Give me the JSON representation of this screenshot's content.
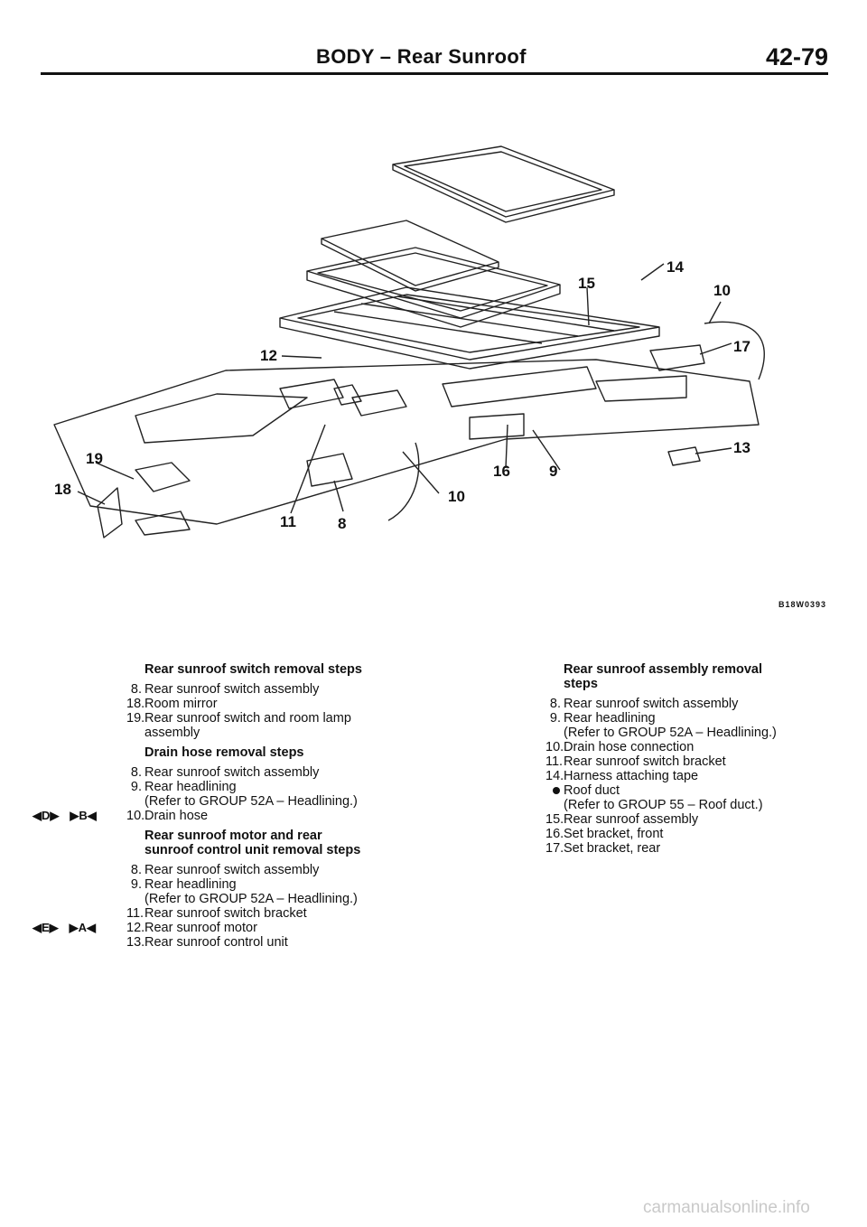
{
  "header": {
    "section": "BODY",
    "dash": "–",
    "title": "Rear Sunroof",
    "page_number": "42-79"
  },
  "figure": {
    "code": "B18W0393",
    "callouts": [
      "19",
      "18",
      "12",
      "11",
      "8",
      "10",
      "16",
      "9",
      "15",
      "14",
      "10",
      "17",
      "13"
    ]
  },
  "left_column": {
    "switch_heading": "Rear sunroof switch removal steps",
    "switch_steps": [
      {
        "num": "8.",
        "text": "Rear sunroof switch assembly"
      },
      {
        "num": "18.",
        "text": "Room mirror"
      },
      {
        "num": "19.",
        "text": "Rear sunroof switch and room lamp"
      }
    ],
    "switch_cont": "assembly",
    "drain_heading": "Drain hose removal steps",
    "drain_steps": [
      {
        "num": "8.",
        "text": "Rear sunroof switch assembly"
      },
      {
        "num": "9.",
        "text": "Rear headlining"
      }
    ],
    "drain_ref": "(Refer to GROUP 52A – Headlining.)",
    "drain_marker_removal": "◀D▶",
    "drain_marker_install": "▶B◀",
    "drain_last": {
      "num": "10.",
      "text": "Drain hose"
    },
    "motor_heading_1": "Rear sunroof motor and rear",
    "motor_heading_2": "sunroof control unit removal steps",
    "motor_steps_a": [
      {
        "num": "8.",
        "text": "Rear sunroof switch assembly"
      },
      {
        "num": "9.",
        "text": "Rear headlining"
      }
    ],
    "motor_ref": "(Refer to GROUP 52A – Headlining.)",
    "motor_step_11": {
      "num": "11.",
      "text": "Rear sunroof switch bracket"
    },
    "motor_marker_removal": "◀E▶",
    "motor_marker_install": "▶A◀",
    "motor_step_12": {
      "num": "12.",
      "text": "Rear sunroof motor"
    },
    "motor_step_13": {
      "num": "13.",
      "text": "Rear sunroof control unit"
    }
  },
  "right_column": {
    "assembly_heading_1": "Rear sunroof assembly removal",
    "assembly_heading_2": "steps",
    "steps_a": [
      {
        "num": "8.",
        "text": "Rear sunroof switch assembly"
      },
      {
        "num": "9.",
        "text": "Rear headlining"
      }
    ],
    "ref_52a": "(Refer to GROUP 52A – Headlining.)",
    "steps_b": [
      {
        "num": "10.",
        "text": "Drain hose connection"
      },
      {
        "num": "11.",
        "text": "Rear sunroof switch bracket"
      },
      {
        "num": "14.",
        "text": "Harness attaching tape"
      }
    ],
    "bullet_item": "Roof duct",
    "ref_55": "(Refer to GROUP 55 – Roof duct.)",
    "steps_c": [
      {
        "num": "15.",
        "text": "Rear sunroof assembly"
      },
      {
        "num": "16.",
        "text": "Set bracket, front"
      },
      {
        "num": "17.",
        "text": "Set bracket, rear"
      }
    ]
  },
  "watermark": "carmanualsonline.info"
}
